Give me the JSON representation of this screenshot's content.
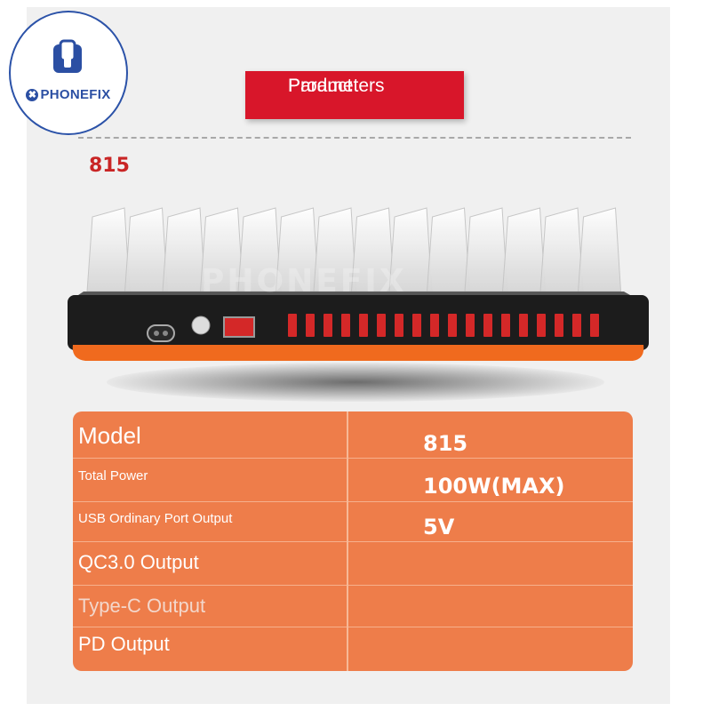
{
  "brand": {
    "name": "PHONEFIX",
    "mark": "✖"
  },
  "banner": {
    "line1": "Product",
    "line2": "Parameters"
  },
  "model_heading": "815",
  "watermark": "PHONEFIX",
  "specs": [
    {
      "label": "Model",
      "value": "815"
    },
    {
      "label": "Total Power",
      "value": "100W(MAX)"
    },
    {
      "label": "USB Ordinary Port Output",
      "value": "5V"
    },
    {
      "label": "QC3.0 Output",
      "value": ""
    },
    {
      "label": "Type-C Output",
      "value": ""
    },
    {
      "label": "PD Output",
      "value": ""
    }
  ],
  "colors": {
    "banner": "#d8162a",
    "table": "#ee7d4a",
    "model_text": "#c92525",
    "logo": "#2b4fa3",
    "device_body": "#1c1c1c",
    "device_trim": "#f06a1e",
    "usb_ports": "#d42828"
  }
}
